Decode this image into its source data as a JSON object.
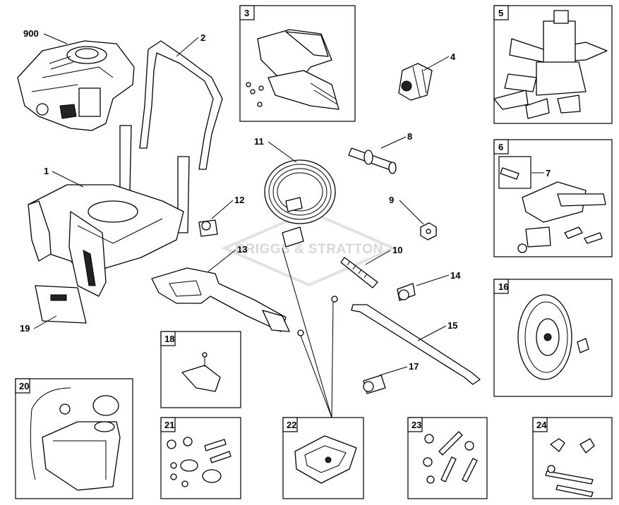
{
  "watermark": "BRIGGS & STRATTON",
  "callouts": {
    "c900": "900",
    "c1": "1",
    "c2": "2",
    "c4": "4",
    "c7": "7",
    "c8": "8",
    "c9": "9",
    "c10": "10",
    "c11": "11",
    "c12": "12",
    "c13": "13",
    "c14": "14",
    "c15": "15",
    "c17": "17",
    "c19": "19"
  },
  "boxes": {
    "b3": "3",
    "b5": "5",
    "b6": "6",
    "b16": "16",
    "b18": "18",
    "b20": "20",
    "b21": "21",
    "b22": "22",
    "b23": "23",
    "b24": "24"
  }
}
